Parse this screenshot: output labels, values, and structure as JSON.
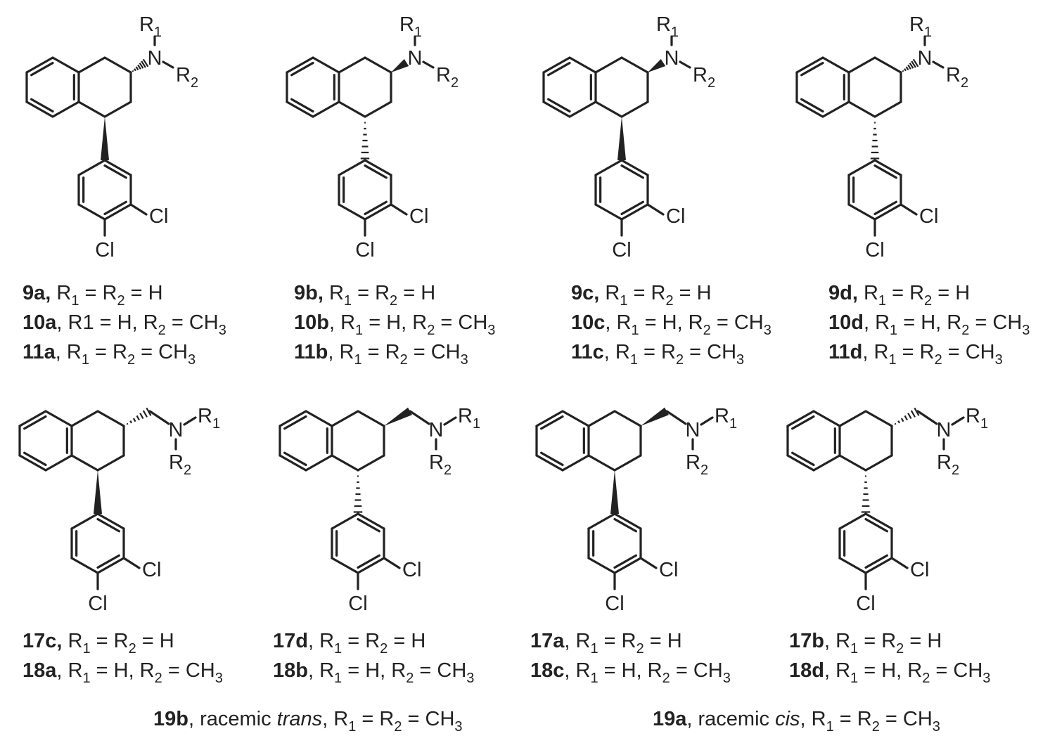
{
  "atoms": {
    "n": "N",
    "r": "R",
    "cl": "Cl",
    "one": "1",
    "two": "2"
  },
  "compounds_top": [
    {
      "amine_wedge": "hash",
      "aryl_wedge": "bold",
      "labels": [
        {
          "id": "9a,",
          "rest": " R",
          "s1": "1",
          "t1": " = R",
          "s2": "2",
          "t2": " = H"
        },
        {
          "id": "10a",
          "rest": ", R1 = H, R",
          "s1": "",
          "t1": "",
          "s2": "2",
          "t2": " = CH",
          "s3": "3"
        },
        {
          "id": "11a",
          "rest": ", R",
          "s1": "1",
          "t1": " = R",
          "s2": "2",
          "t2": " = CH",
          "s3": "3"
        }
      ]
    },
    {
      "amine_wedge": "bold",
      "aryl_wedge": "hash",
      "labels": [
        {
          "id": "9b,",
          "rest": " R",
          "s1": "1",
          "t1": " = R",
          "s2": "2",
          "t2": " = H"
        },
        {
          "id": "10b",
          "rest": ", R",
          "s1": "1",
          "t1": " = H, R",
          "s2": "2",
          "t2": " = CH",
          "s3": "3"
        },
        {
          "id": "11b",
          "rest": ", R",
          "s1": "1",
          "t1": " = R",
          "s2": "2",
          "t2": " = CH",
          "s3": "3"
        }
      ]
    },
    {
      "amine_wedge": "bold",
      "aryl_wedge": "bold",
      "labels": [
        {
          "id": "9c,",
          "rest": " R",
          "s1": "1",
          "t1": " = R",
          "s2": "2",
          "t2": " = H"
        },
        {
          "id": "10c",
          "rest": ", R",
          "s1": "1",
          "t1": " = H, R",
          "s2": "2",
          "t2": " = CH",
          "s3": "3"
        },
        {
          "id": "11c",
          "rest": ", R",
          "s1": "1",
          "t1": " = R",
          "s2": "2",
          "t2": " = CH",
          "s3": "3"
        }
      ]
    },
    {
      "amine_wedge": "hash",
      "aryl_wedge": "hash",
      "labels": [
        {
          "id": "9d,",
          "rest": " R",
          "s1": "1",
          "t1": " = R",
          "s2": "2",
          "t2": " = H"
        },
        {
          "id": "10d",
          "rest": ", R",
          "s1": "1",
          "t1": " = H, R",
          "s2": "2",
          "t2": " = CH",
          "s3": "3"
        },
        {
          "id": "11d",
          "rest": ", R",
          "s1": "1",
          "t1": " = R",
          "s2": "2",
          "t2": " = CH",
          "s3": "3"
        }
      ]
    }
  ],
  "compounds_bottom": [
    {
      "amine_wedge": "hash",
      "aryl_wedge": "bold",
      "labels": [
        {
          "id": "17c,",
          "rest": " R",
          "s1": "1",
          "t1": " = R",
          "s2": "2",
          "t2": "  = H"
        },
        {
          "id": "18a",
          "rest": ", R",
          "s1": "1",
          "t1": " = H, R",
          "s2": "2",
          "t2": " = CH",
          "s3": "3"
        }
      ]
    },
    {
      "amine_wedge": "bold",
      "aryl_wedge": "hash",
      "labels": [
        {
          "id": "17d",
          "rest": ", R",
          "s1": "1",
          "t1": " = R",
          "s2": "2",
          "t2": " = H"
        },
        {
          "id": "18b",
          "rest": ", R",
          "s1": "1",
          "t1": " = H, R",
          "s2": "2",
          "t2": " = CH",
          "s3": "3"
        }
      ]
    },
    {
      "amine_wedge": "bold",
      "aryl_wedge": "bold",
      "labels": [
        {
          "id": "17a",
          "rest": ", R",
          "s1": "1",
          "t1": " = R",
          "s2": "2",
          "t2": " = H"
        },
        {
          "id": "18c",
          "rest": ", R",
          "s1": "1",
          "t1": " = H, R",
          "s2": "2",
          "t2": " = CH",
          "s3": "3"
        }
      ]
    },
    {
      "amine_wedge": "hash",
      "aryl_wedge": "hash",
      "labels": [
        {
          "id": "17b",
          "rest": ", R",
          "s1": "1",
          "t1": " = R",
          "s2": "2",
          "t2": " = H"
        },
        {
          "id": "18d",
          "rest": ", R",
          "s1": "1",
          "t1": " = H, R",
          "s2": "2",
          "t2": " = CH",
          "s3": "3"
        }
      ]
    }
  ],
  "footer": [
    {
      "id": "19b",
      "pre": ", racemic ",
      "ital": "trans",
      "rest": ", R",
      "s1": "1",
      "t1": " = R",
      "s2": "2",
      "t2": " = CH",
      "s3": "3"
    },
    {
      "id": "19a",
      "pre": ", racemic ",
      "ital": "cis",
      "rest": ", R",
      "s1": "1",
      "t1": " = R",
      "s2": "2",
      "t2": " = CH",
      "s3": "3"
    }
  ]
}
